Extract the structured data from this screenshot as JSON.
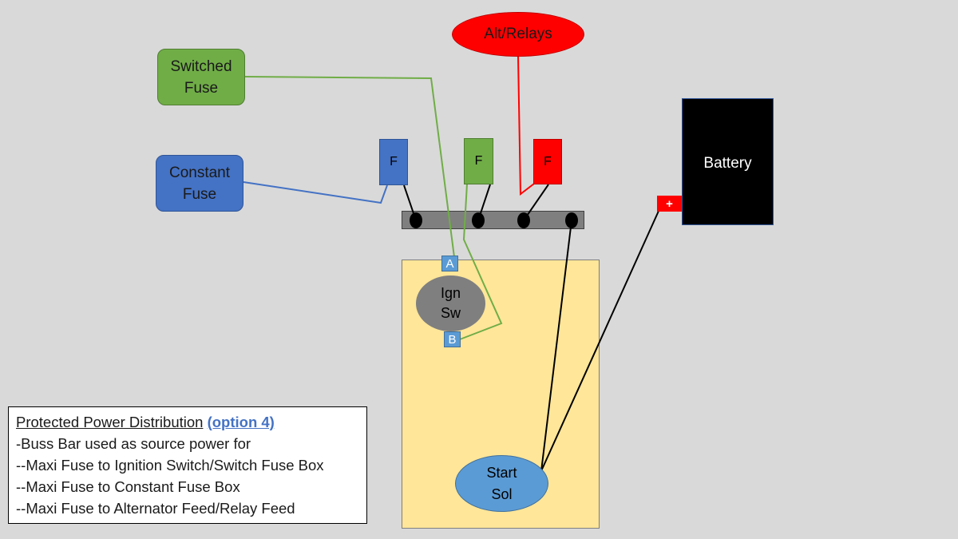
{
  "diagram": {
    "switched_fuse": "Switched\nFuse",
    "constant_fuse": "Constant\nFuse",
    "alt_relays": "Alt/Relays",
    "fuse_blue": "F",
    "fuse_green": "F",
    "fuse_red": "F",
    "battery": "Battery",
    "battery_plus": "+",
    "ign_sw": "Ign\nSw",
    "terminal_a": "A",
    "terminal_b": "B",
    "start_sol": "Start\nSol"
  },
  "legend": {
    "title": "Protected Power Distribution",
    "option": "(option 4)",
    "lines": [
      "-Buss Bar used as source power for",
      "--Maxi Fuse to Ignition Switch/Switch Fuse Box",
      "--Maxi Fuse to Constant Fuse Box",
      "--Maxi Fuse to Alternator Feed/Relay Feed"
    ]
  },
  "colors": {
    "background": "#d9d9d9",
    "green": "#70ad47",
    "blue": "#4472c4",
    "red": "#ff0000",
    "buss_bar": "#7f7f7f",
    "panel": "#ffe699",
    "battery": "#000000",
    "light_blue": "#5b9bd5"
  }
}
